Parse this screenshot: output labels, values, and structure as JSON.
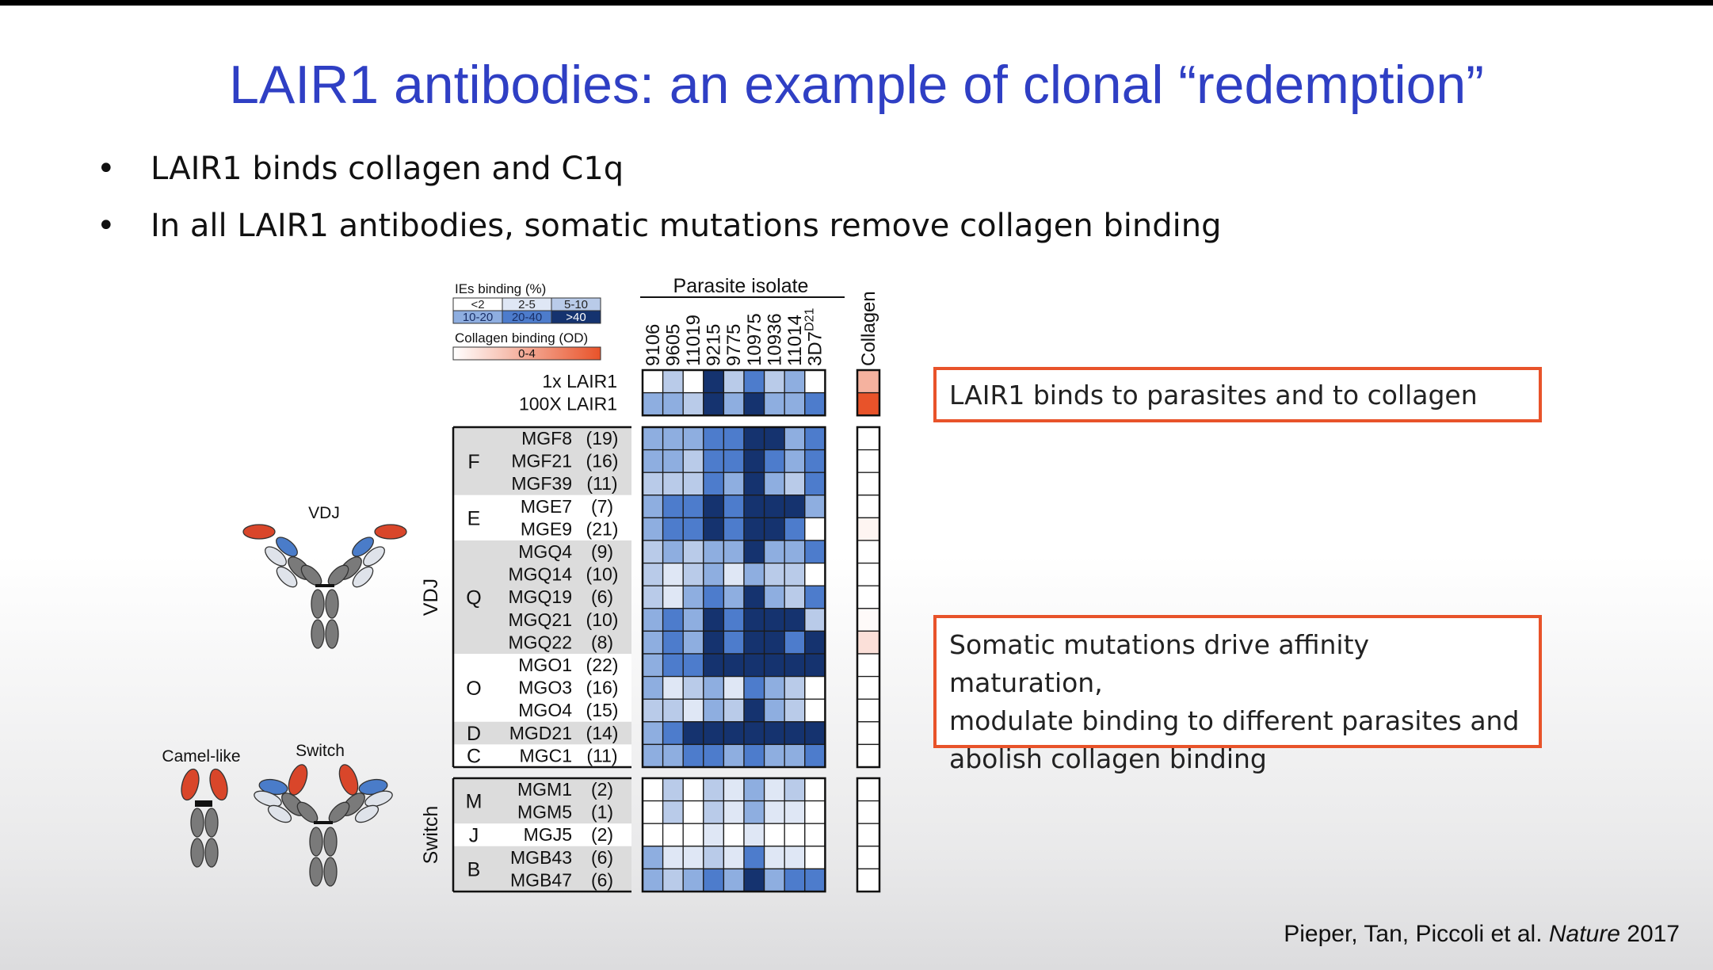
{
  "slide": {
    "title": "LAIR1 antibodies: an example of clonal “redemption”",
    "bullets": [
      "LAIR1 binds collagen and C1q",
      "In all LAIR1 antibodies, somatic mutations remove collagen binding"
    ],
    "bullet_symbol": "•",
    "callout_top": "LAIR1 binds to parasites and to collagen",
    "callout_bottom_lines": [
      "Somatic mutations drive affinity maturation,",
      "modulate binding to different parasites and",
      "abolish collagen binding"
    ],
    "citation": {
      "authors": "Pieper, Tan, Piccoli et al. ",
      "journal": "Nature",
      "year": " 2017"
    }
  },
  "legend": {
    "ies_title": "IEs binding (%)",
    "ies_bins": [
      {
        "label": "<2",
        "color": "#ffffff"
      },
      {
        "label": "2-5",
        "color": "#dfe7f5"
      },
      {
        "label": "5-10",
        "color": "#b9cbe9"
      },
      {
        "label": "10-20",
        "color": "#8eaee0"
      },
      {
        "label": "20-40",
        "color": "#4d7ccc"
      },
      {
        "label": ">40",
        "color": "#15336f"
      }
    ],
    "collagen_title": "Collagen binding (OD)",
    "collagen_label": "0-4",
    "collagen_colors": [
      "#ffffff",
      "#e8532a"
    ]
  },
  "heatmap": {
    "header_title": "Parasite isolate",
    "isolates": [
      "9106",
      "9605",
      "11019",
      "9215",
      "9775",
      "10975",
      "10936",
      "11014",
      "3D7"
    ],
    "isolate_superscript": "D21",
    "collagen_header": "Collagen",
    "reference_rows": [
      {
        "label": "1x LAIR1",
        "levels": [
          0,
          2,
          0,
          5,
          2,
          4,
          2,
          3,
          0
        ],
        "collagen": 0.45
      },
      {
        "label": "100X LAIR1",
        "levels": [
          3,
          3,
          2,
          5,
          3,
          5,
          3,
          3,
          4
        ],
        "collagen": 1.0
      }
    ],
    "vdj_group_label": "VDJ",
    "switch_group_label": "Switch",
    "vdj_families": [
      {
        "letter": "F",
        "rows": [
          {
            "name": "MGF8",
            "count": "(19)",
            "levels": [
              3,
              3,
              3,
              4,
              4,
              5,
              5,
              3,
              4
            ],
            "collagen": 0
          },
          {
            "name": "MGF21",
            "count": "(16)",
            "levels": [
              3,
              3,
              2,
              4,
              4,
              5,
              4,
              3,
              4
            ],
            "collagen": 0
          },
          {
            "name": "MGF39",
            "count": "(11)",
            "levels": [
              2,
              2,
              2,
              4,
              3,
              5,
              3,
              2,
              4
            ],
            "collagen": 0
          }
        ]
      },
      {
        "letter": "E",
        "rows": [
          {
            "name": "MGE7",
            "count": "(7)",
            "levels": [
              3,
              4,
              4,
              5,
              4,
              5,
              5,
              5,
              3
            ],
            "collagen": 0
          },
          {
            "name": "MGE9",
            "count": "(21)",
            "levels": [
              3,
              4,
              4,
              5,
              4,
              5,
              5,
              4,
              0
            ],
            "collagen": 0.06
          }
        ]
      },
      {
        "letter": "Q",
        "rows": [
          {
            "name": "MGQ4",
            "count": "(9)",
            "levels": [
              2,
              3,
              2,
              3,
              3,
              5,
              3,
              3,
              4
            ],
            "collagen": 0
          },
          {
            "name": "MGQ14",
            "count": "(10)",
            "levels": [
              2,
              1,
              2,
              3,
              1,
              3,
              2,
              2,
              0
            ],
            "collagen": 0
          },
          {
            "name": "MGQ19",
            "count": "(6)",
            "levels": [
              2,
              1,
              3,
              4,
              3,
              5,
              3,
              2,
              4
            ],
            "collagen": 0
          },
          {
            "name": "MGQ21",
            "count": "(10)",
            "levels": [
              3,
              4,
              3,
              5,
              4,
              5,
              5,
              5,
              2
            ],
            "collagen": 0.03
          },
          {
            "name": "MGQ22",
            "count": "(8)",
            "levels": [
              3,
              4,
              3,
              5,
              4,
              5,
              5,
              4,
              5
            ],
            "collagen": 0.18
          }
        ]
      },
      {
        "letter": "O",
        "rows": [
          {
            "name": "MGO1",
            "count": "(22)",
            "levels": [
              3,
              4,
              4,
              5,
              5,
              5,
              5,
              5,
              5
            ],
            "collagen": 0
          },
          {
            "name": "MGO3",
            "count": "(16)",
            "levels": [
              3,
              1,
              2,
              3,
              1,
              4,
              3,
              2,
              0
            ],
            "collagen": 0
          },
          {
            "name": "MGO4",
            "count": "(15)",
            "levels": [
              2,
              2,
              1,
              3,
              2,
              5,
              3,
              2,
              0
            ],
            "collagen": 0
          }
        ]
      },
      {
        "letter": "D",
        "rows": [
          {
            "name": "MGD21",
            "count": "(14)",
            "levels": [
              3,
              4,
              5,
              5,
              5,
              5,
              5,
              5,
              5
            ],
            "collagen": 0
          }
        ]
      },
      {
        "letter": "C",
        "rows": [
          {
            "name": "MGC1",
            "count": "(11)",
            "levels": [
              3,
              3,
              4,
              4,
              3,
              4,
              3,
              3,
              4
            ],
            "collagen": 0
          }
        ]
      }
    ],
    "switch_families": [
      {
        "letter": "M",
        "rows": [
          {
            "name": "MGM1",
            "count": "(2)",
            "levels": [
              0,
              2,
              0,
              2,
              1,
              3,
              1,
              2,
              0
            ],
            "collagen": 0
          },
          {
            "name": "MGM5",
            "count": "(1)",
            "levels": [
              0,
              2,
              0,
              2,
              1,
              3,
              1,
              1,
              0
            ],
            "collagen": 0
          }
        ]
      },
      {
        "letter": "J",
        "rows": [
          {
            "name": "MGJ5",
            "count": "(2)",
            "levels": [
              0,
              0,
              0,
              1,
              0,
              1,
              0,
              0,
              0
            ],
            "collagen": 0
          }
        ]
      },
      {
        "letter": "B",
        "rows": [
          {
            "name": "MGB43",
            "count": "(6)",
            "levels": [
              3,
              1,
              1,
              2,
              1,
              4,
              1,
              1,
              0
            ],
            "collagen": 0
          },
          {
            "name": "MGB47",
            "count": "(6)",
            "levels": [
              3,
              2,
              3,
              4,
              3,
              5,
              3,
              4,
              4
            ],
            "collagen": 0
          }
        ]
      }
    ]
  },
  "antibody_icons": {
    "vdj_label": "VDJ",
    "camel_label": "Camel-like",
    "switch_label": "Switch",
    "colors": {
      "insert": "#d9462a",
      "blue": "#4a7cc9",
      "light": "#dfe3ea",
      "grey": "#7a7a7a"
    }
  }
}
